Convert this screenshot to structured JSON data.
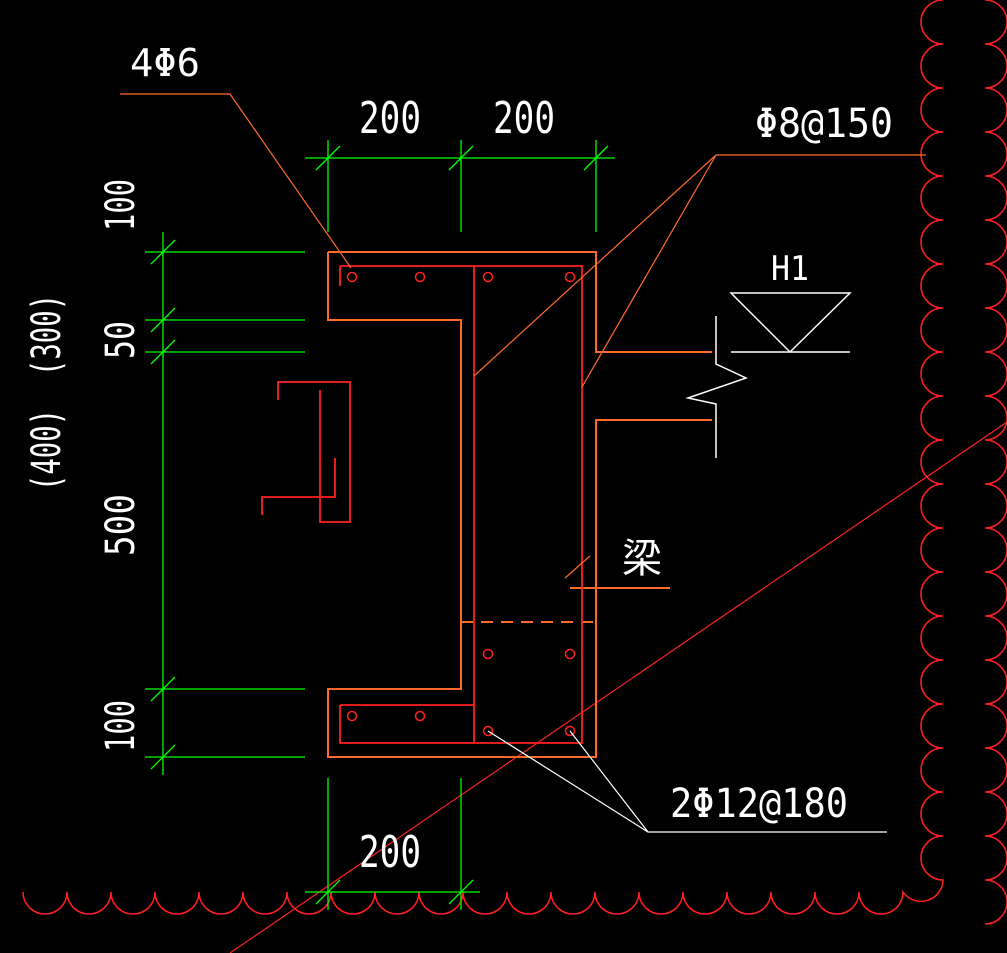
{
  "colors": {
    "background": "#000000",
    "dimension": "#00ff00",
    "outline": "#ff6a2a",
    "rebar": "#ff2020",
    "leader": "#ffffff",
    "revision_cloud": "#ff2020",
    "text": "#ffffff"
  },
  "labels": {
    "top_bar_callout": "4Φ6",
    "stirrup_callout": "Φ8@150",
    "bottom_bar_callout": "2Φ12@180",
    "elevation_mark": "H1",
    "beam_label": "梁"
  },
  "dimensions": {
    "top_left": "200",
    "top_right": "200",
    "bottom": "200",
    "left_100_top": "100",
    "left_50": "50",
    "left_500": "500",
    "left_100_bottom": "100",
    "alt_300": "(300)",
    "alt_400": "(400)"
  }
}
